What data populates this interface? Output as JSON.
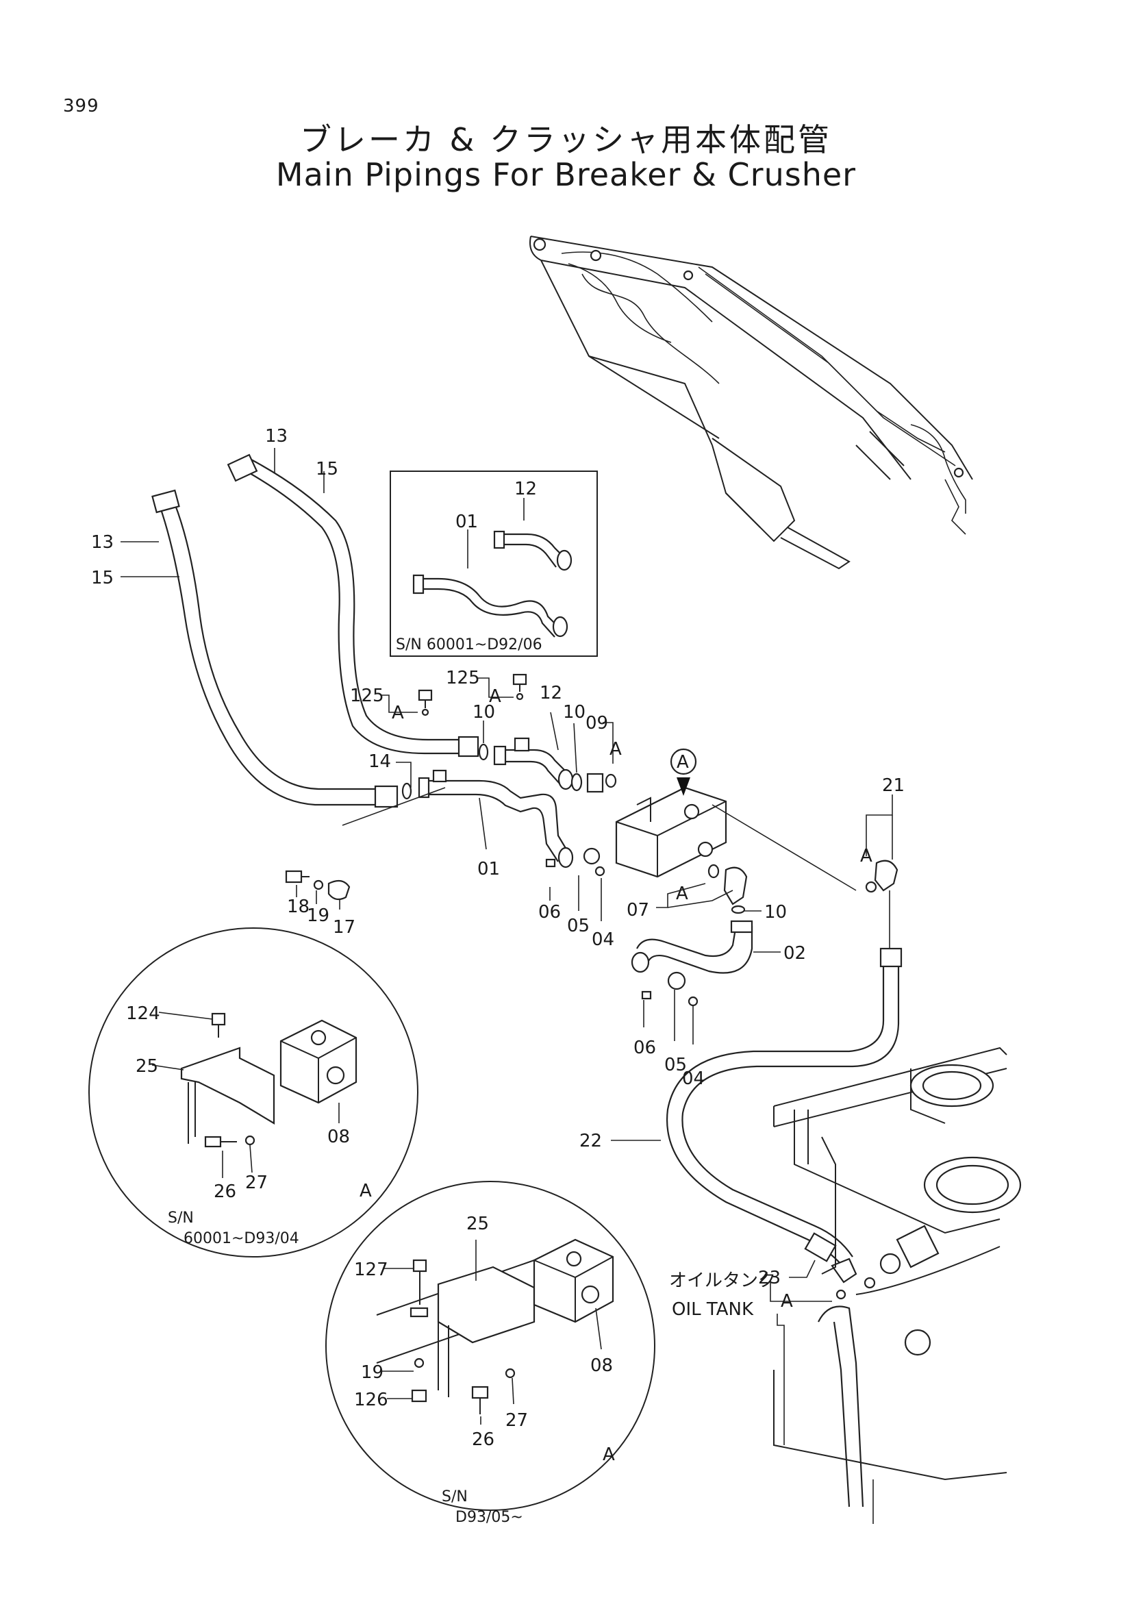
{
  "page_number": "399",
  "title_jp": "ブレーカ & クラッシャ用本体配管",
  "title_en": "Main Pipings For Breaker & Crusher",
  "inset_sn": "S/N  60001~D92/06",
  "detail_a1": {
    "sn_label": "S/N",
    "sn_range": "60001~D93/04",
    "view_label": "A"
  },
  "detail_a2": {
    "sn_label": "S/N",
    "sn_range": "D93/05~",
    "view_label": "A"
  },
  "view_marker": "A",
  "oil_tank_jp": "オイルタンク",
  "oil_tank_en": "OIL  TANK",
  "callouts": {
    "c13a": "13",
    "c15a": "15",
    "c13b": "13",
    "c15b": "15",
    "c12i": "12",
    "c01i": "01",
    "c125a": "125",
    "cA1": "A",
    "c125b": "125",
    "cA2": "A",
    "c10a": "10",
    "c12": "12",
    "c10b": "10",
    "c09": "09",
    "cA3": "A",
    "c14": "14",
    "c01": "01",
    "c18": "18",
    "c19": "19",
    "c17": "17",
    "c06a": "06",
    "c05a": "05",
    "c04a": "04",
    "c07": "07",
    "cA4": "A",
    "c10c": "10",
    "c02": "02",
    "c06b": "06",
    "c05b": "05",
    "c04b": "04",
    "c21": "21",
    "cA5": "A",
    "c22": "22",
    "c23": "23",
    "cA6": "A",
    "c124": "124",
    "c25a": "25",
    "c08a": "08",
    "c26a": "26",
    "c27a": "27",
    "c25b": "25",
    "c127": "127",
    "c19b": "19",
    "c126": "126",
    "c08b": "08",
    "c26b": "26",
    "c27b": "27"
  }
}
